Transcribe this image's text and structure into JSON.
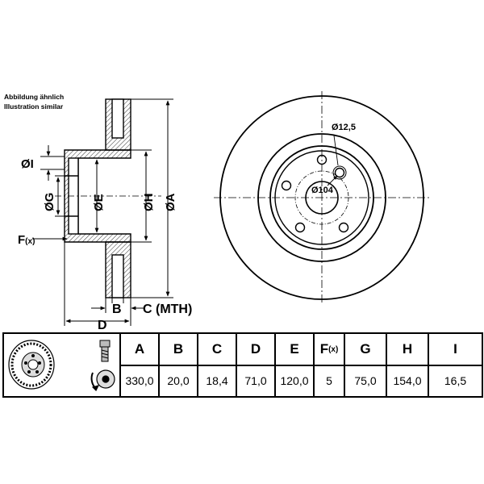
{
  "notes": {
    "line1": "Abbildung ähnlich",
    "line2": "Illustration similar"
  },
  "drawing_labels": {
    "dia_I": "ØI",
    "dia_G": "ØG",
    "dia_E": "ØE",
    "dia_H": "ØH",
    "dia_A": "ØA",
    "F": "F",
    "F_sub": "(x)",
    "B": "B",
    "C": "C (MTH)",
    "D": "D",
    "hole_dia": "Ø12,5",
    "pcd": "Ø104"
  },
  "table": {
    "headers": [
      "A",
      "B",
      "C",
      "D",
      "E",
      "F",
      "G",
      "H",
      "I"
    ],
    "header_F_sub": "(x)",
    "values": [
      "330,0",
      "20,0",
      "18,4",
      "71,0",
      "120,0",
      "5",
      "75,0",
      "154,0",
      "16,5"
    ]
  },
  "icons": [
    "brake-disc-thumbnail-icon",
    "bolt-icon",
    "rotation-arrow-icon"
  ]
}
